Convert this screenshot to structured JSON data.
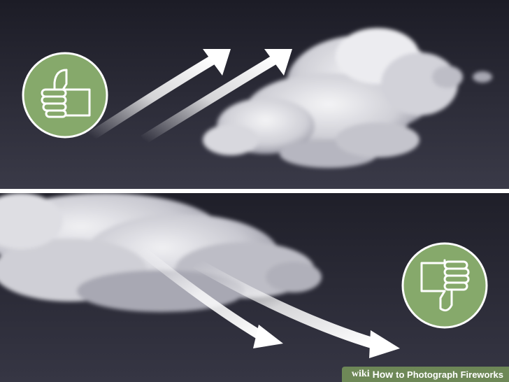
{
  "watermark": {
    "wiki": "wiki",
    "how": "How",
    "title": "to Photograph Fireworks"
  },
  "panels": [
    {
      "name": "upwind-panel",
      "sentiment": "approve",
      "icon": "thumbs-up-icon",
      "arrow_direction": "up-right",
      "badge_color": "#86A96B"
    },
    {
      "name": "downwind-panel",
      "sentiment": "disapprove",
      "icon": "thumbs-down-icon",
      "arrow_direction": "down-right",
      "badge_color": "#86A96B"
    }
  ],
  "colors": {
    "sky_dark": "#1F1F2A",
    "sky_light": "#3A3A48",
    "cloud": "#E6E6EA",
    "arrow": "#FFFFFF",
    "divider": "#FFFFFF"
  }
}
